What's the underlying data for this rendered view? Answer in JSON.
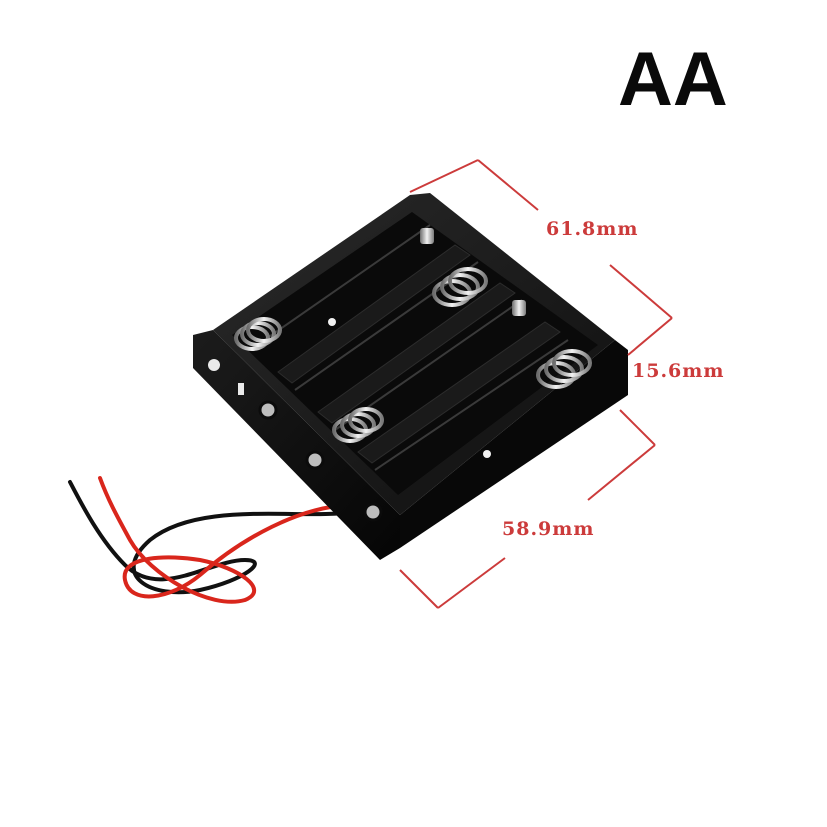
{
  "product": {
    "battery_type": "AA"
  },
  "dimensions": {
    "length": "61.8mm",
    "height": "15.6mm",
    "width": "58.9mm"
  },
  "colors": {
    "dimension_line": "#cc3b3b",
    "holder_body": "#141414",
    "wire_red": "#d9261c",
    "wire_black": "#111111",
    "spring_metal": "#c9c9c9"
  },
  "icons": {
    "photo": "battery-holder-4xAA-photo"
  }
}
